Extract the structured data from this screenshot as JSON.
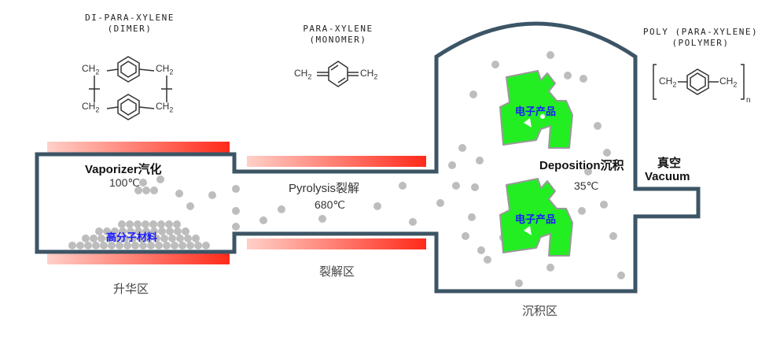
{
  "captions": {
    "dimer": [
      "DI-PARA-XYLENE",
      "(DIMER)"
    ],
    "monomer": [
      "PARA-XYLENE",
      "(MONOMER)"
    ],
    "polymer": [
      "POLY (PARA-XYLENE)",
      "(POLYMER)"
    ]
  },
  "formula": {
    "ch2": "CH",
    "sub2": "2",
    "sub_n": "n"
  },
  "vaporizer": {
    "title": "Vaporizer汽化",
    "temp": "100℃",
    "material": "高分子材料",
    "zone": "升华区"
  },
  "pyrolysis": {
    "title": "Pyrolysis裂解",
    "temp": "680℃",
    "zone": "裂解区"
  },
  "deposition": {
    "title": "Deposition沉积",
    "temp": "35℃",
    "product": "电子产品",
    "zone": "沉积区"
  },
  "vacuum": {
    "line1": "真空",
    "line2": "Vacuum"
  },
  "colors": {
    "wall": "#3c5566",
    "particle": "#bdbdbd",
    "product": "#22ee22",
    "heater_from": "#ffd0c8",
    "heater_to": "#ff2a1a",
    "product_text": "#1a1aff"
  }
}
